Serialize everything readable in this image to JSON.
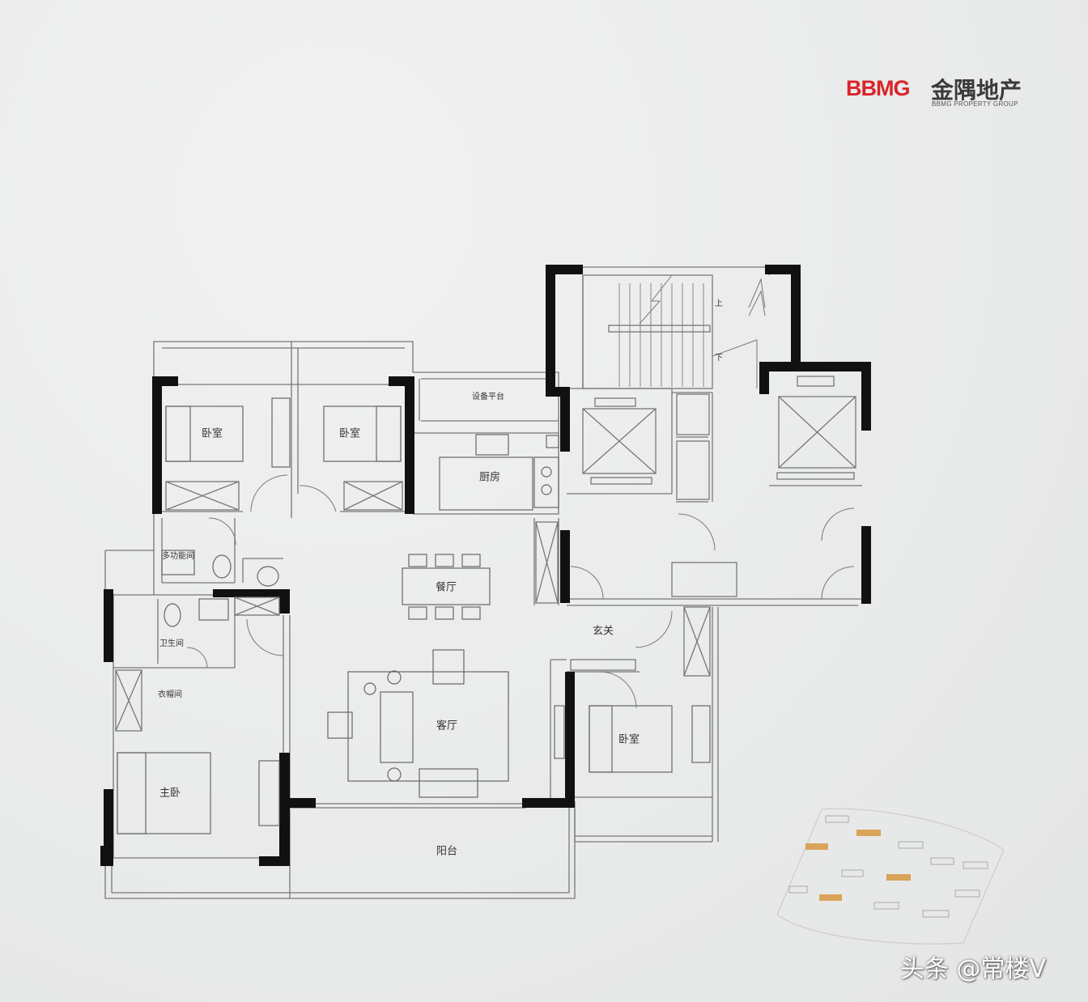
{
  "logo": {
    "brand": "BBMG",
    "name_cn": "金隅地产",
    "name_en": "BBMG PROPERTY GROUP",
    "brand_color": "#d9252a",
    "text_color": "#3a3a3a"
  },
  "rooms": {
    "bedroom_label": "卧室",
    "equipment_platform": "设备平台",
    "kitchen": "厨房",
    "multi_function": "多功能间",
    "restaurant": "餐厅",
    "entrance": "玄关",
    "bathroom": "卫生间",
    "cloakroom": "衣帽间",
    "living_room": "客厅",
    "master_bedroom": "主卧",
    "balcony": "阳台",
    "stair_up": "上",
    "stair_down": "下"
  },
  "watermark": "头条 @常楼V"
}
